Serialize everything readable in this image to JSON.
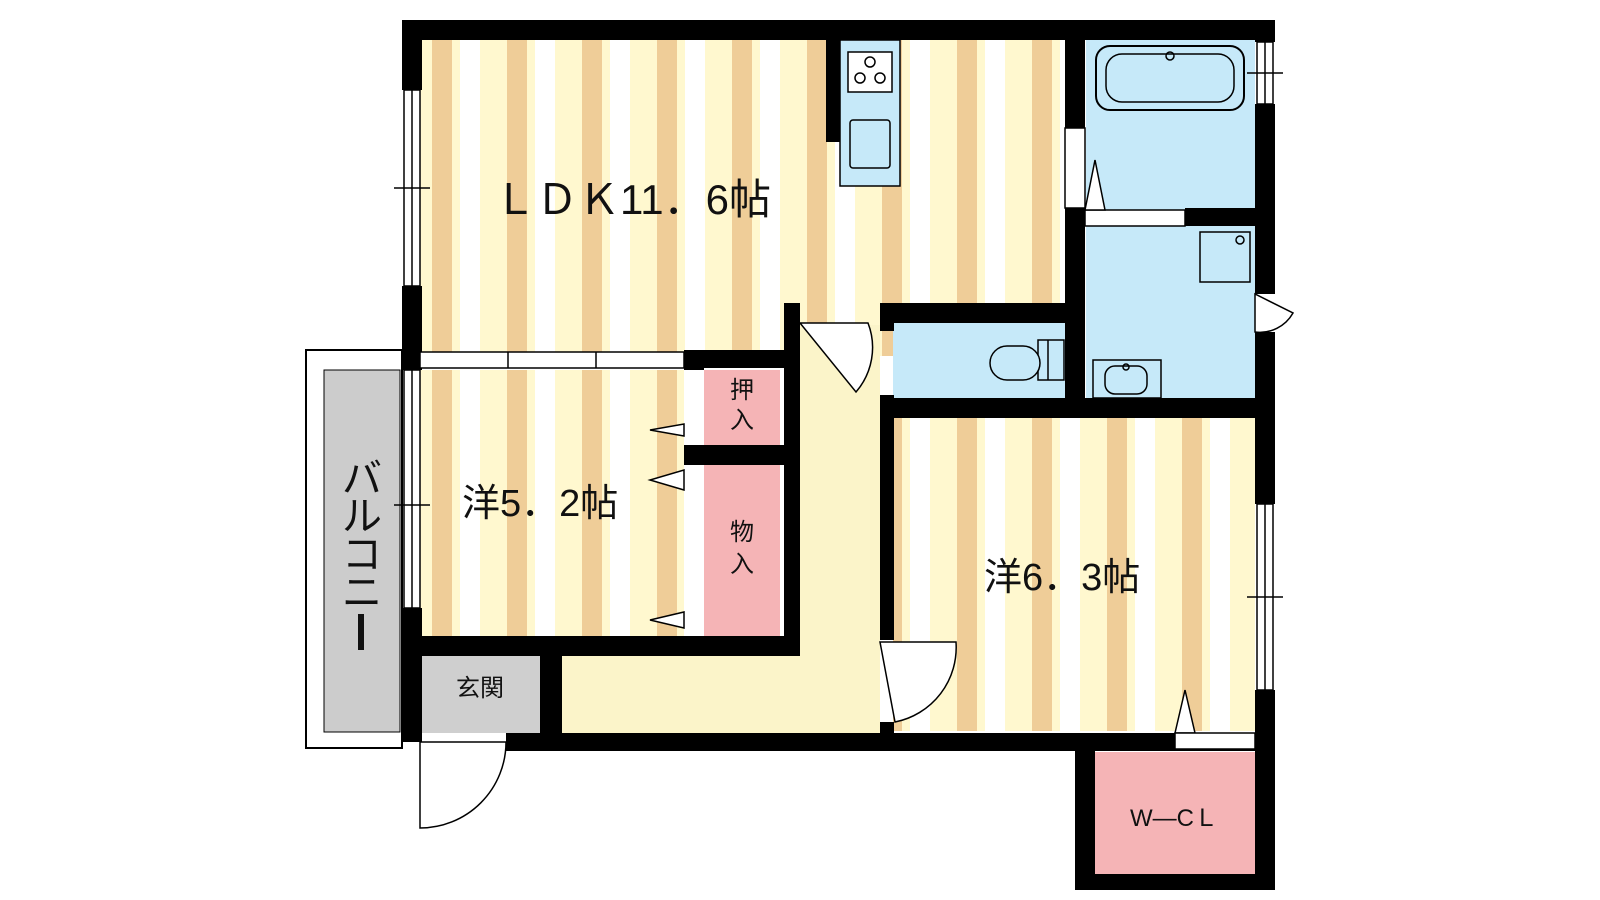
{
  "floorplan": {
    "rooms": {
      "ldk": "ＬＤＫ11．6帖",
      "western_left": "洋5．2帖",
      "western_right": "洋6．3帖",
      "oshiire": [
        "押",
        "入"
      ],
      "monoire": [
        "物",
        "入"
      ],
      "genkan": "玄関",
      "wcl": "W―CＬ",
      "balcony": [
        "バ",
        "ル",
        "コ",
        "ニ",
        "ー"
      ]
    },
    "colors": {
      "wall": "#000000",
      "floor_cream": "#fff8cf",
      "floor_stripe": "#efcd98",
      "floor_white": "#ffffff",
      "wet_area": "#c6e9f9",
      "storage": "#f5b4b6",
      "entrance": "#cfcfcf",
      "balcony": "#cccccc",
      "hall": "#fbf4c9"
    }
  }
}
